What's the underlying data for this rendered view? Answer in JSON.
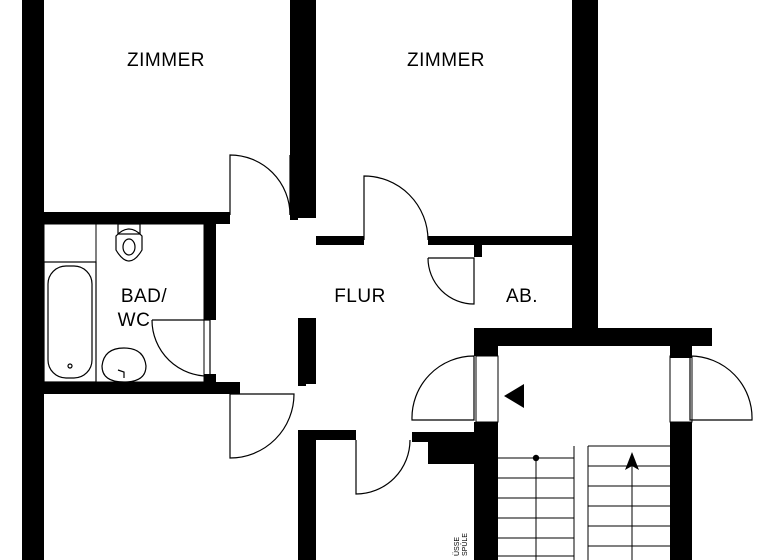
{
  "plan": {
    "rooms": {
      "zimmer_left": "ZIMMER",
      "zimmer_right": "ZIMMER",
      "bad_line1": "BAD/",
      "bad_line2": "WC",
      "flur": "FLUR",
      "abstell": "AB."
    },
    "annotations": {
      "side_text_1": "ÜSSE",
      "side_text_2": "SPÜLE"
    },
    "colors": {
      "wall": "#000000",
      "background": "#ffffff"
    }
  }
}
